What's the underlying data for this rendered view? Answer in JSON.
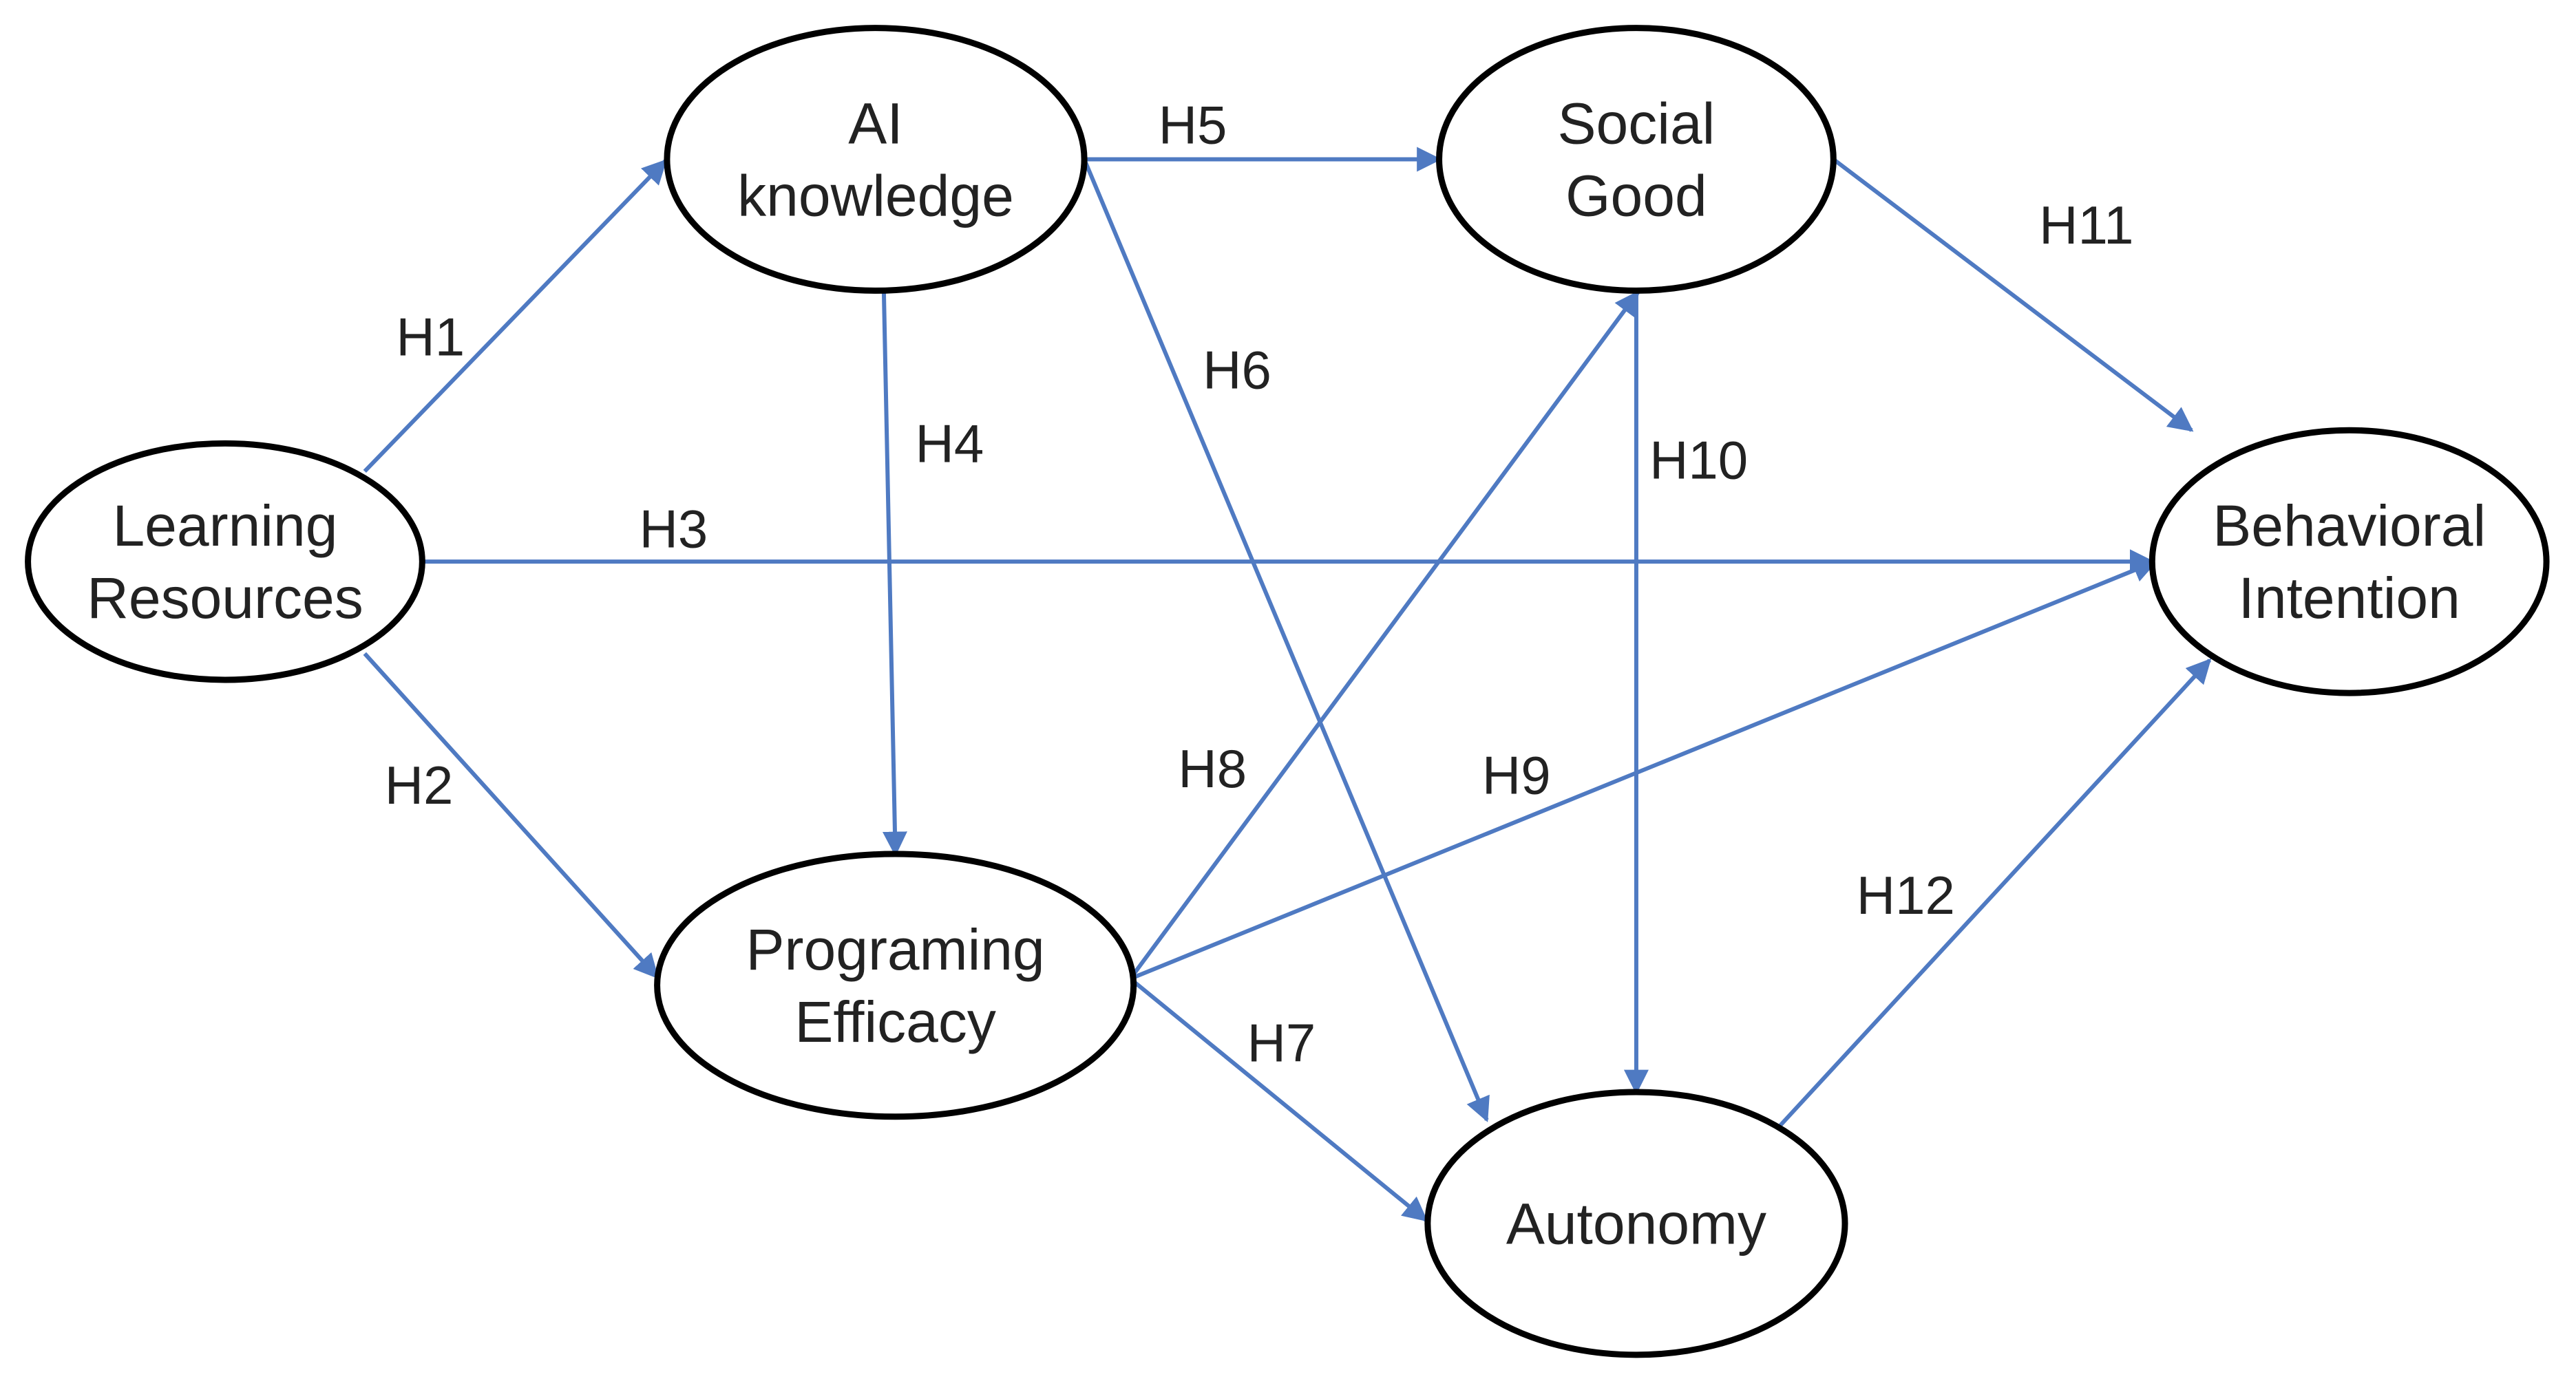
{
  "colors": {
    "arrow": "#4f7ac2",
    "node_border": "#000000",
    "text": "#222222",
    "background": "#ffffff"
  },
  "nodes": {
    "learning_resources": {
      "lines": [
        "Learning",
        "Resources"
      ]
    },
    "ai_knowledge": {
      "lines": [
        "AI",
        "knowledge"
      ]
    },
    "programing_efficacy": {
      "lines": [
        "Programing",
        "Efficacy"
      ]
    },
    "social_good": {
      "lines": [
        "Social",
        "Good"
      ]
    },
    "autonomy": {
      "lines": [
        "Autonomy"
      ]
    },
    "behavioral_intention": {
      "lines": [
        "Behavioral",
        "Intention"
      ]
    }
  },
  "edges": [
    {
      "id": "h1",
      "label": "H1",
      "from": "learning_resources",
      "to": "ai_knowledge"
    },
    {
      "id": "h2",
      "label": "H2",
      "from": "learning_resources",
      "to": "programing_efficacy"
    },
    {
      "id": "h3",
      "label": "H3",
      "from": "learning_resources",
      "to": "behavioral_intention"
    },
    {
      "id": "h4",
      "label": "H4",
      "from": "ai_knowledge",
      "to": "programing_efficacy"
    },
    {
      "id": "h5",
      "label": "H5",
      "from": "ai_knowledge",
      "to": "social_good"
    },
    {
      "id": "h6",
      "label": "H6",
      "from": "ai_knowledge",
      "to": "autonomy"
    },
    {
      "id": "h7",
      "label": "H7",
      "from": "programing_efficacy",
      "to": "autonomy"
    },
    {
      "id": "h8",
      "label": "H8",
      "from": "programing_efficacy",
      "to": "social_good"
    },
    {
      "id": "h9",
      "label": "H9",
      "from": "programing_efficacy",
      "to": "behavioral_intention"
    },
    {
      "id": "h10",
      "label": "H10",
      "from": "social_good",
      "to": "autonomy"
    },
    {
      "id": "h11",
      "label": "H11",
      "from": "social_good",
      "to": "behavioral_intention"
    },
    {
      "id": "h12",
      "label": "H12",
      "from": "autonomy",
      "to": "behavioral_intention"
    }
  ]
}
